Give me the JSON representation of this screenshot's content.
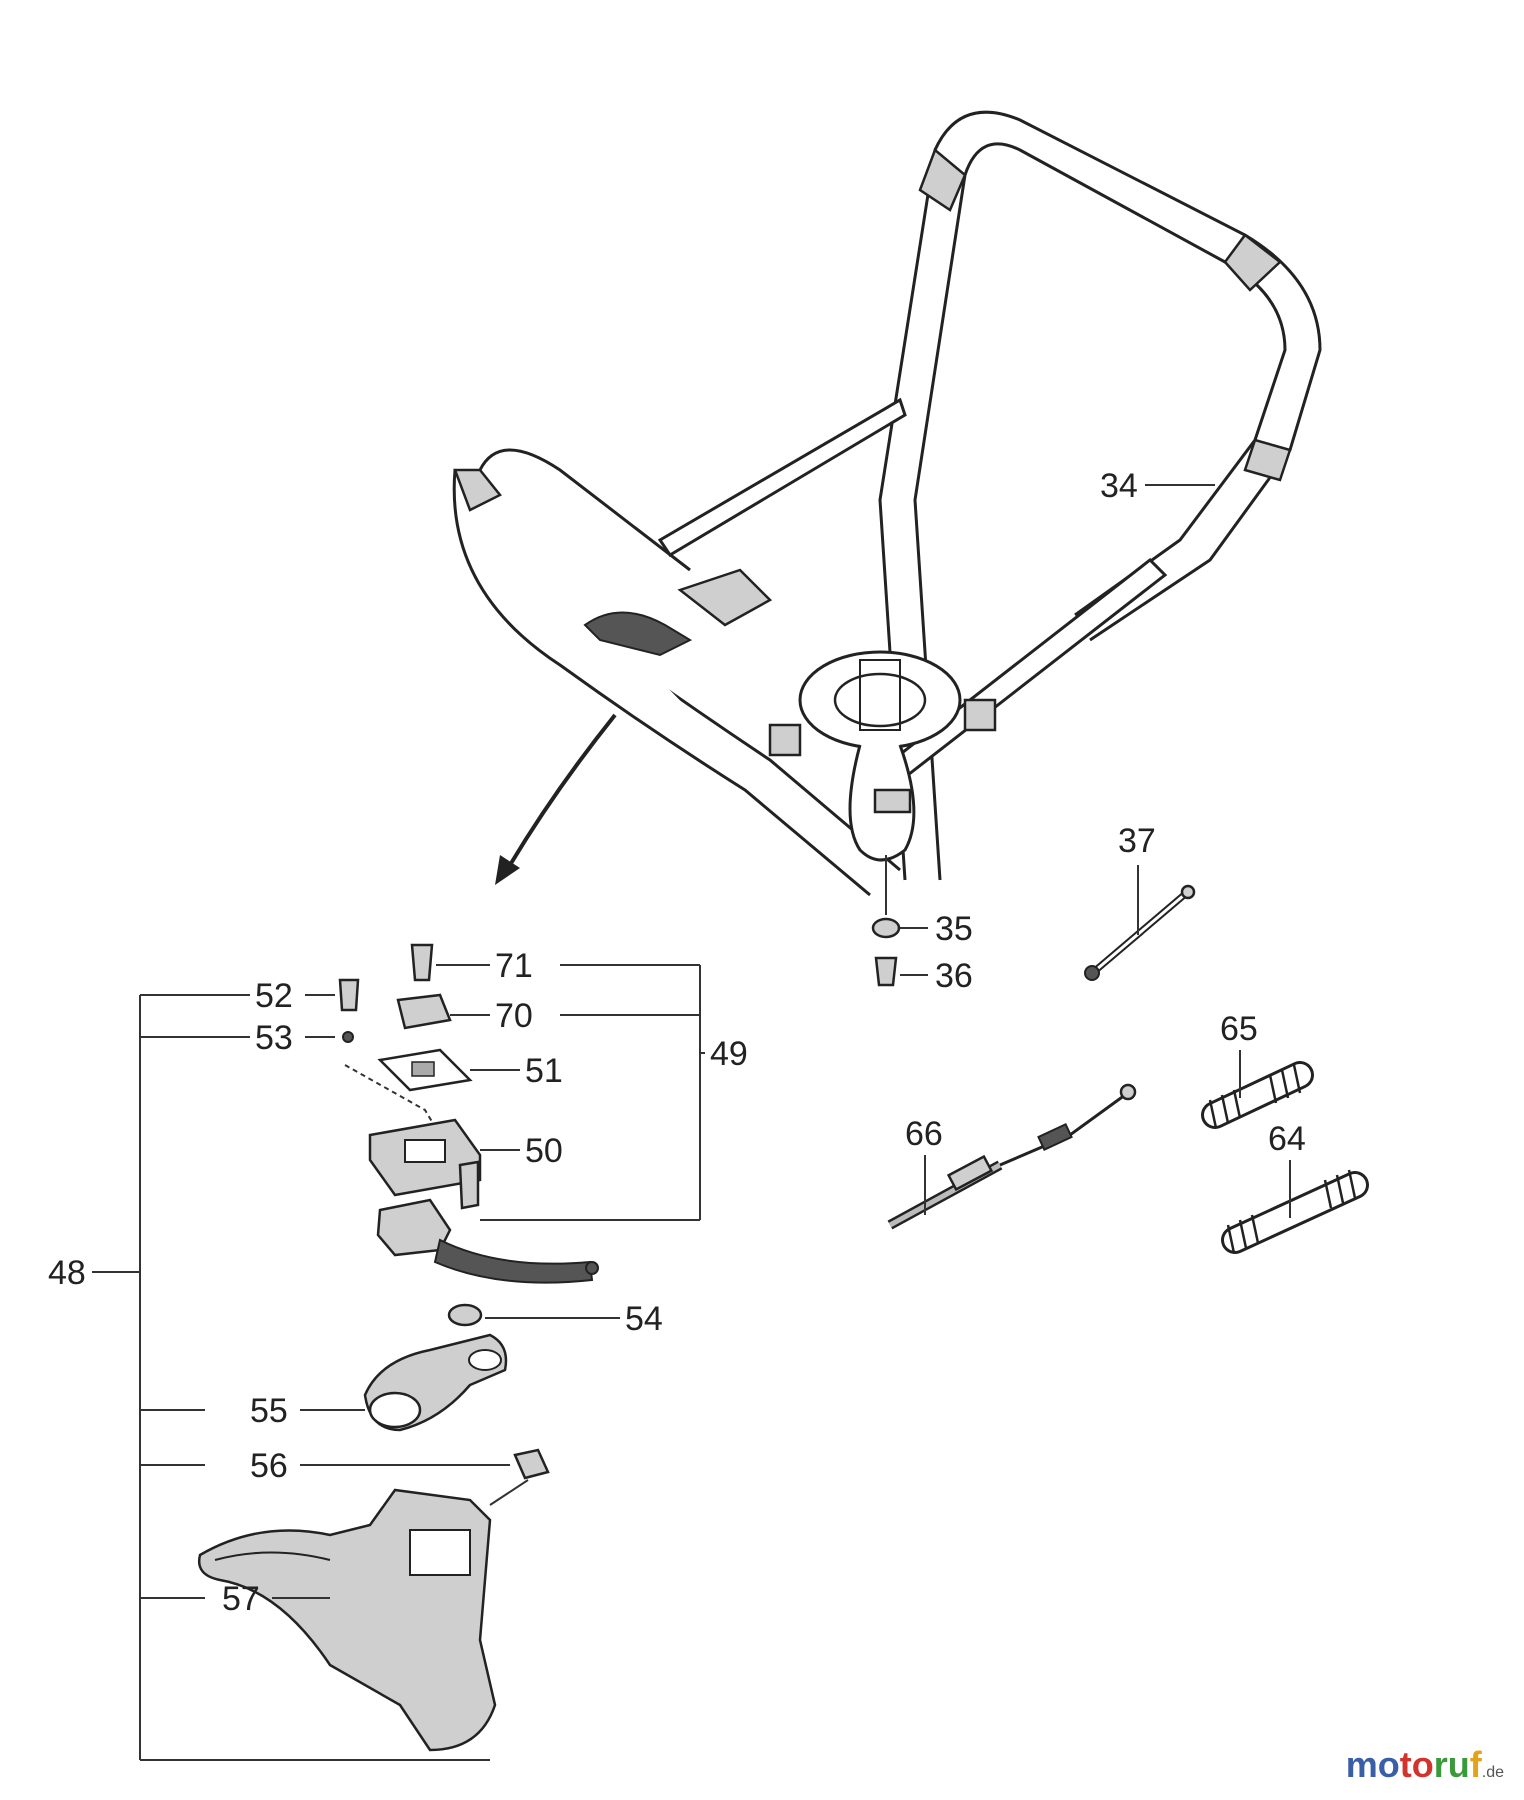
{
  "labels": {
    "p34": "34",
    "p35": "35",
    "p36": "36",
    "p37": "37",
    "p48": "48",
    "p49": "49",
    "p50": "50",
    "p51": "51",
    "p52": "52",
    "p53": "53",
    "p54": "54",
    "p55": "55",
    "p56": "56",
    "p57": "57",
    "p64": "64",
    "p65": "65",
    "p66": "66",
    "p70": "70",
    "p71": "71"
  },
  "watermark": {
    "brand": "motoruf",
    "tld": ".de"
  }
}
